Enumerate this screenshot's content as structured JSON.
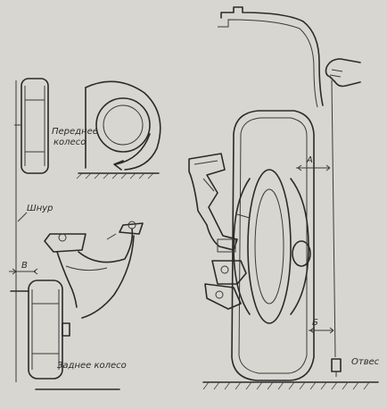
{
  "labels": {
    "front_wheel": [
      "Переднее",
      "колесо"
    ],
    "cord": "Шнур",
    "dim_b": "В",
    "rear_wheel": "Заднее колесо",
    "dim_a": "А",
    "dim_b2": "Б",
    "plumb": "Отвес"
  },
  "icons": {
    "hand": "hand-icon",
    "plumb_bob": "plumb-bob-icon"
  },
  "colors": {
    "paper": "#d8d6d0",
    "ink": "#2a2a2a"
  }
}
